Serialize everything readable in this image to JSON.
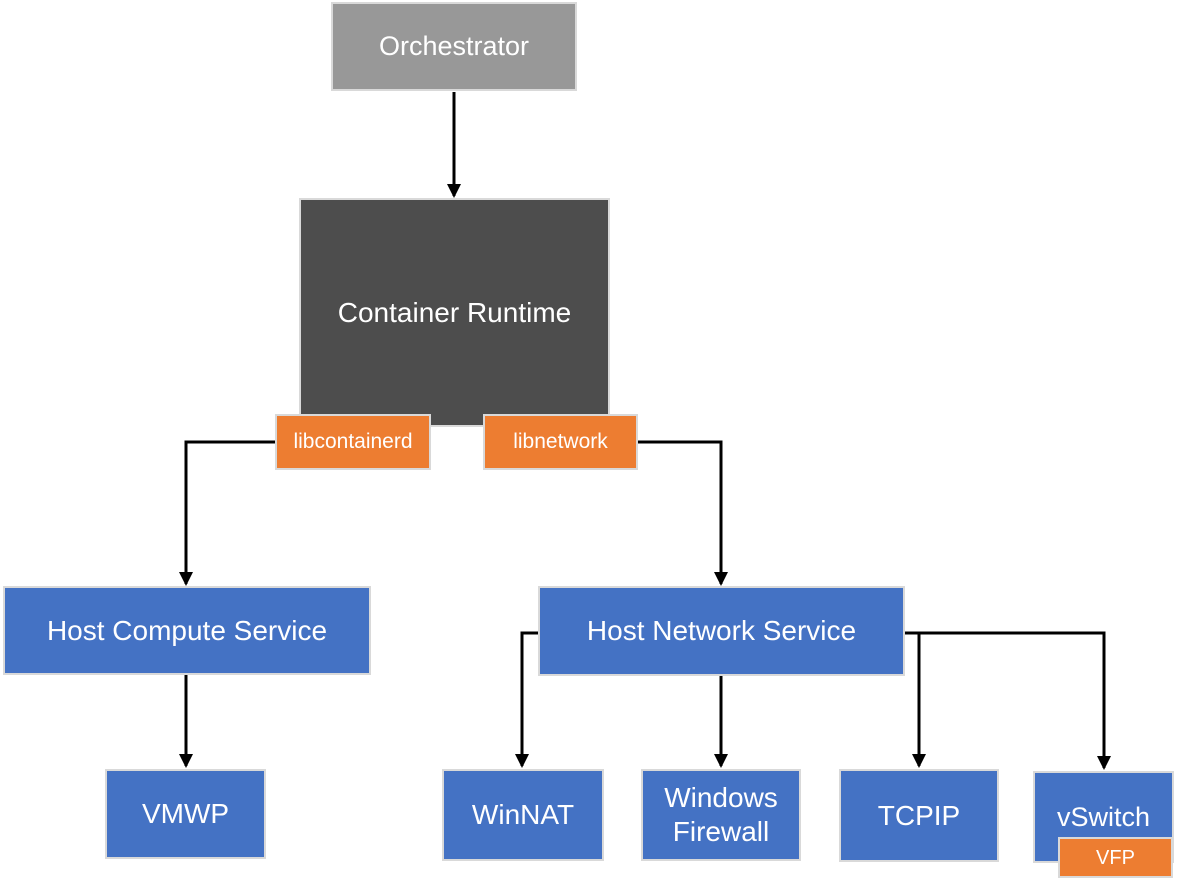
{
  "diagram": {
    "title": "Container networking architecture diagram",
    "nodes": {
      "orchestrator": {
        "label": "Orchestrator"
      },
      "container_runtime": {
        "label": "Container Runtime"
      },
      "libcontainerd": {
        "label": "libcontainerd"
      },
      "libnetwork": {
        "label": "libnetwork"
      },
      "host_compute_service": {
        "label": "Host Compute Service"
      },
      "host_network_service": {
        "label": "Host Network Service"
      },
      "vmwp": {
        "label": "VMWP"
      },
      "winnat": {
        "label": "WinNAT"
      },
      "windows_firewall": {
        "label": "Windows Firewall"
      },
      "tcpip": {
        "label": "TCPIP"
      },
      "vswitch": {
        "label": "vSwitch"
      },
      "vfp": {
        "label": "VFP"
      }
    },
    "edges": [
      {
        "from": "orchestrator",
        "to": "container_runtime"
      },
      {
        "from": "libcontainerd",
        "to": "host_compute_service"
      },
      {
        "from": "libnetwork",
        "to": "host_network_service"
      },
      {
        "from": "host_compute_service",
        "to": "vmwp"
      },
      {
        "from": "host_network_service",
        "to": "winnat"
      },
      {
        "from": "host_network_service",
        "to": "windows_firewall"
      },
      {
        "from": "host_network_service",
        "to": "tcpip"
      },
      {
        "from": "host_network_service",
        "to": "vswitch"
      }
    ]
  },
  "colors": {
    "gray": "#989898",
    "dark_gray": "#4d4d4d",
    "blue": "#4472c4",
    "orange": "#ed7d31",
    "line": "#000000",
    "box_border": "#d9d9d9",
    "text": "#ffffff",
    "background": "#ffffff"
  }
}
